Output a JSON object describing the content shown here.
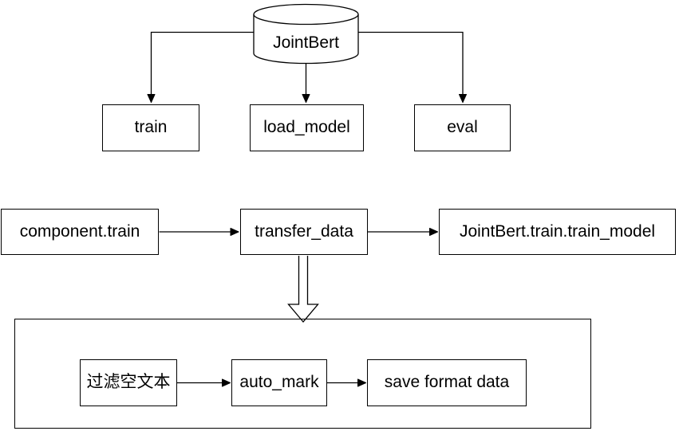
{
  "diagram": {
    "database": {
      "label": "JointBert",
      "shape": "cylinder"
    },
    "methods": [
      {
        "label": "train"
      },
      {
        "label": "load_model"
      },
      {
        "label": "eval"
      }
    ],
    "flow": [
      {
        "label": "component.train"
      },
      {
        "label": "transfer_data"
      },
      {
        "label": "JointBert.train.train_model"
      }
    ],
    "subprocess": {
      "steps": [
        {
          "label": "过滤空文本"
        },
        {
          "label": "auto_mark"
        },
        {
          "label": "save format data"
        }
      ]
    },
    "colors": {
      "stroke": "#000000",
      "fill": "#ffffff",
      "text": "#000000",
      "background": "#ffffff"
    }
  }
}
